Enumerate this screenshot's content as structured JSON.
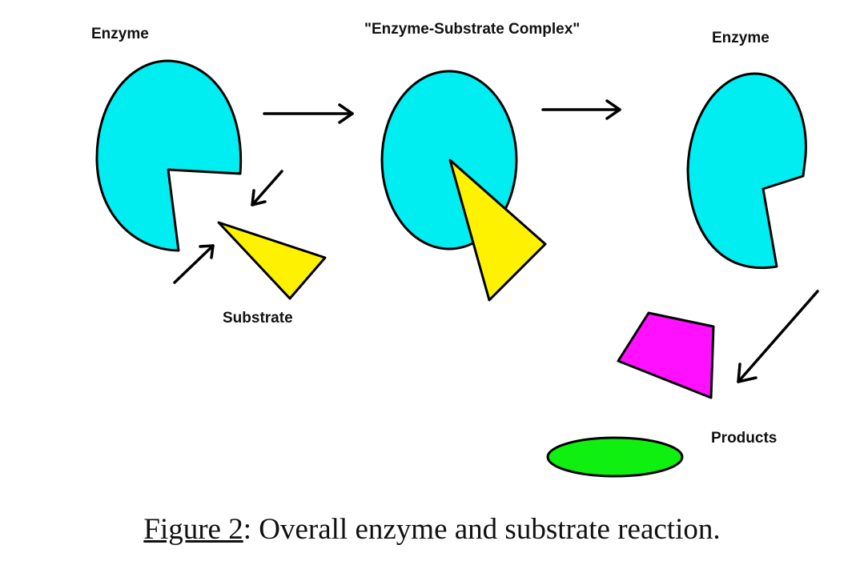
{
  "labels": {
    "enzyme_left": "Enzyme",
    "complex": "\"Enzyme-Substrate Complex\"",
    "enzyme_right": "Enzyme",
    "substrate": "Substrate",
    "products": "Products"
  },
  "caption": {
    "figure_number": "Figure 2",
    "separator": ":",
    "text": " Overall enzyme and substrate reaction."
  },
  "colors": {
    "enzyme": "#00EEF2",
    "substrate": "#FFF200",
    "product_quad": "#FF10FF",
    "product_ellipse": "#10F010",
    "outline": "#000000"
  }
}
